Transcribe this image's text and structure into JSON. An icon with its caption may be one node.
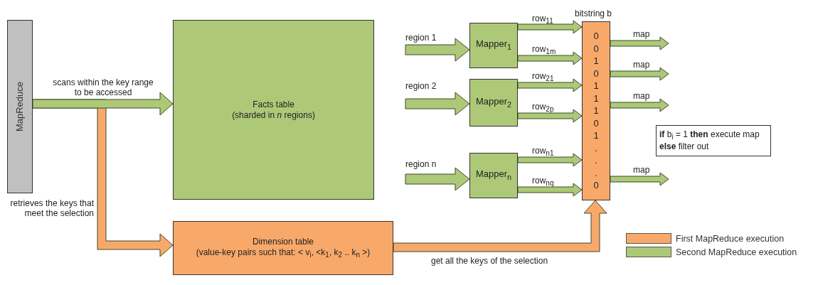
{
  "diagram": {
    "nodes": [
      {
        "text": [
          "MapReduce"
        ]
      },
      {
        "text": [
          "Facts table",
          "(sharded in *n* regions)"
        ]
      },
      {
        "text": [
          "Dimension table",
          "(value-key pairs such that: < v$_{i}$, <k$_{1}$, k$_{2}$ .. k$_{n}$ >)"
        ]
      },
      {
        "text": [
          "Mapper$_{1}$"
        ]
      },
      {
        "text": [
          "Mapper$_{2}$"
        ]
      },
      {
        "text": [
          "Mapper$_{n}$"
        ]
      },
      {
        "text": [
          "0 0 1 0 1 1 1 0 1 . . . 0"
        ],
        "beside": [
          "bitstring b"
        ]
      },
      {
        "text": [
          "**if** b$_{i}$ = 1 **then** execute map **else** filter out"
        ]
      }
    ],
    "edges": [
      {
        "from": 0,
        "to": 1,
        "arrow": "to",
        "label": "scans within the key range to be accessed"
      },
      {
        "from": 0,
        "to": 2,
        "arrow": "to",
        "label": "retrieves the keys that meet the selection",
        "color": "#f8a96a"
      },
      {
        "from": null,
        "to": 3,
        "arrow": "to",
        "label": "region 1"
      },
      {
        "from": null,
        "to": 4,
        "arrow": "to",
        "label": "region 2"
      },
      {
        "from": null,
        "to": 5,
        "arrow": "to",
        "label": "region n"
      },
      {
        "from": 3,
        "to": 6,
        "arrow": "to",
        "label": "row$_{11}$"
      },
      {
        "from": 3,
        "to": 6,
        "arrow": "to",
        "label": "row$_{1m}$"
      },
      {
        "from": 4,
        "to": 6,
        "arrow": "to",
        "label": "row$_{21}$"
      },
      {
        "from": 4,
        "to": 6,
        "arrow": "to",
        "label": "row$_{2p}$"
      },
      {
        "from": 5,
        "to": 6,
        "arrow": "to",
        "label": "row$_{n1}$"
      },
      {
        "from": 5,
        "to": 6,
        "arrow": "to",
        "label": "row$_{nq}$"
      },
      {
        "from": 6,
        "to": null,
        "arrow": "to",
        "label": "map"
      },
      {
        "from": 6,
        "to": null,
        "arrow": "to",
        "label": "map"
      },
      {
        "from": 6,
        "to": null,
        "arrow": "to",
        "label": "map"
      },
      {
        "from": 6,
        "to": null,
        "arrow": "to",
        "label": "map"
      },
      {
        "from": 2,
        "to": 6,
        "arrow": "to",
        "label": "get all the keys of the selection",
        "color": "#f8a96a"
      }
    ],
    "legend": [
      {
        "text": "First MapReduce execution",
        "color": "#f8a96a"
      },
      {
        "text": "Second MapReduce execution",
        "color": "#adc978"
      }
    ]
  }
}
